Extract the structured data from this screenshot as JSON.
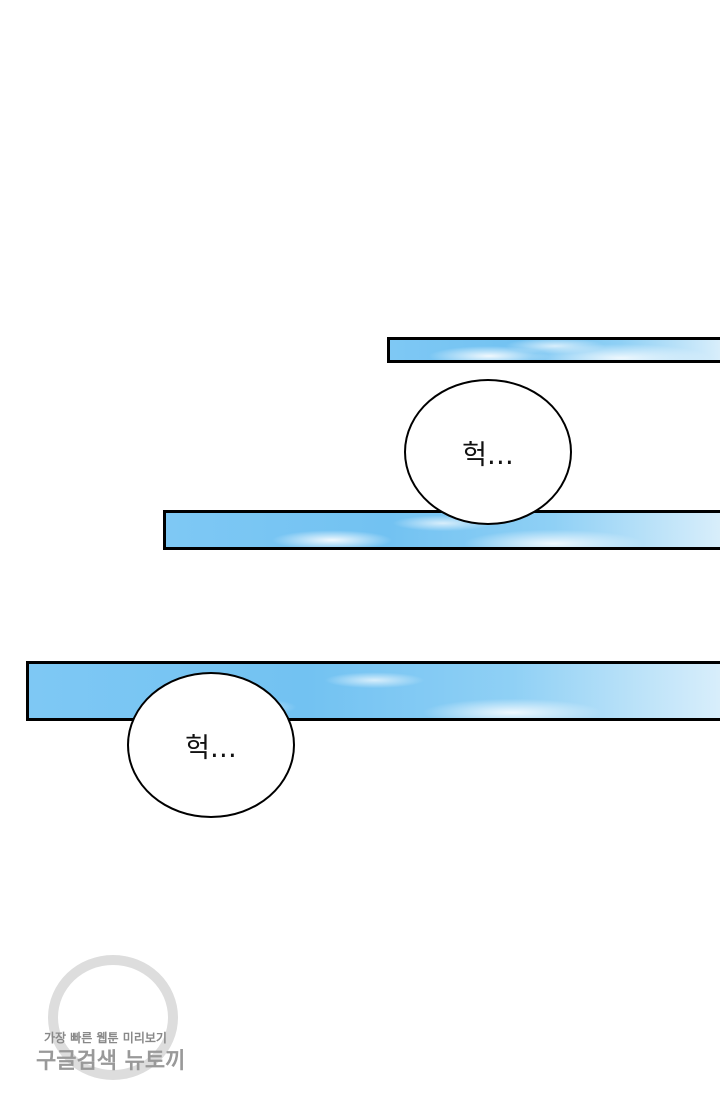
{
  "bubbles": [
    {
      "text": "헉…"
    },
    {
      "text": "헉…"
    }
  ],
  "watermark": {
    "line1": "가장 빠른 웹툰 미리보기",
    "line2": "구글검색 뉴토끼"
  }
}
